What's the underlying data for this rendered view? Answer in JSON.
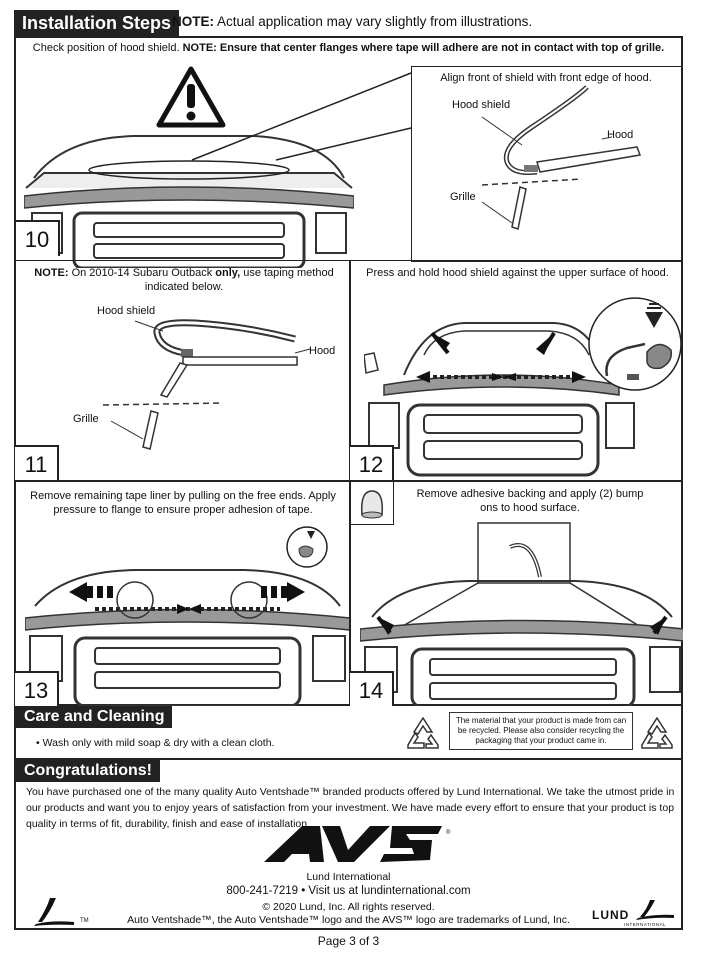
{
  "header": {
    "title": "Installation Steps",
    "note_bold": "NOTE:",
    "note_text": "Actual application may vary slightly from illustrations."
  },
  "step10": {
    "num": "10",
    "caption_a": "Check position of hood shield.",
    "caption_bold": "NOTE: Ensure that center flanges where tape will adhere are not in contact with top of grille.",
    "inset_caption": "Align front of shield with front edge of hood.",
    "label_shield": "Hood shield",
    "label_hood": "Hood",
    "label_grille": "Grille"
  },
  "step11": {
    "num": "11",
    "note_bold": "NOTE:",
    "caption_a": "On 2010-14 Subaru Outback",
    "caption_bold": "only,",
    "caption_b": "use taping method indicated below.",
    "label_shield": "Hood shield",
    "label_hood": "Hood",
    "label_grille": "Grille"
  },
  "step12": {
    "num": "12",
    "caption": "Press and hold hood shield against the upper surface of hood."
  },
  "step13": {
    "num": "13",
    "caption": "Remove remaining tape liner by pulling on the free ends. Apply pressure to flange to ensure proper adhesion of tape."
  },
  "step14": {
    "num": "14",
    "caption": "Remove adhesive backing and apply (2) bump ons to hood surface."
  },
  "care": {
    "title": "Care and Cleaning",
    "bullet": "• Wash only with mild soap & dry with a clean cloth.",
    "recycle": "The material that your product is made from can be recycled. Please also consider recycling the packaging that your product came in."
  },
  "congrats": {
    "title": "Congratulations!",
    "text": "You have purchased one of the many quality Auto Ventshade™ branded products offered by Lund International.  We take the utmost pride in our products and want you to enjoy years of satisfaction from your investment.  We have made every effort to ensure that your product is top quality in terms of fit, durability, finish and ease of installation.",
    "company": "Lund International",
    "contact": "800-241-7219  •  Visit us at lundinternational.com",
    "copyright": "© 2020 Lund, Inc.  All rights reserved.",
    "trademark": "Auto Ventshade™, the Auto Ventshade™ logo and the AVS™ logo are trademarks of Lund, Inc.",
    "tm": "TM",
    "logo_text": "AVS",
    "brand": "LUND",
    "brand_sub": "INTERNATIONAL"
  },
  "footer": {
    "page": "Page 3 of 3"
  }
}
